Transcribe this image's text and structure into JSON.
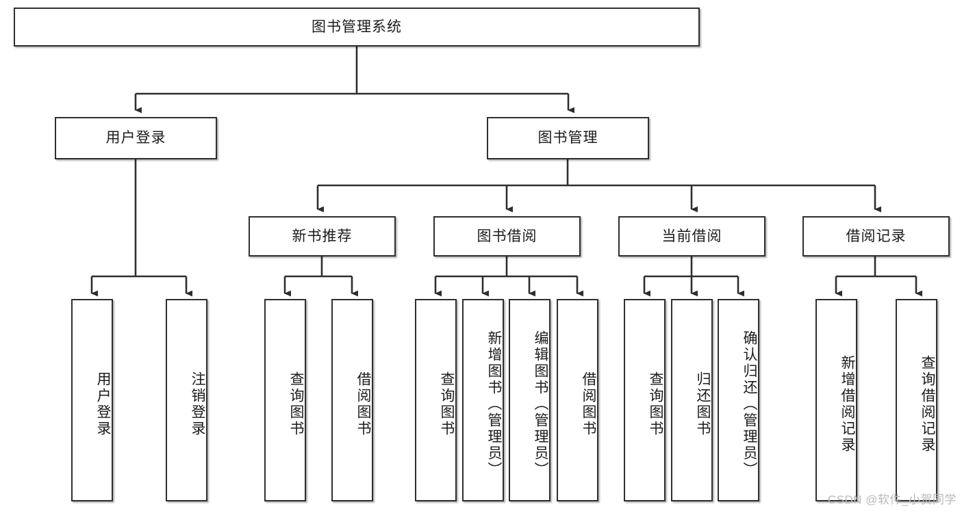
{
  "diagram": {
    "type": "tree-hierarchy",
    "title": "图书管理系统",
    "orientation": "top-down",
    "colors": {
      "box_border": "#2e2e2e",
      "box_fill": "#ffffff",
      "connector": "#2e2e2e",
      "text": "#1b1b1b",
      "watermark": "#b9b9b9"
    },
    "nodes": {
      "root": {
        "label": "图书管理系统",
        "level": 1,
        "orientation": "horizontal"
      },
      "user_login": {
        "label": "用户登录",
        "level": 2,
        "orientation": "horizontal"
      },
      "book_manage": {
        "label": "图书管理",
        "level": 2,
        "orientation": "horizontal"
      },
      "new_book_rec": {
        "label": "新书推荐",
        "level": 3,
        "orientation": "horizontal"
      },
      "book_borrow": {
        "label": "图书借阅",
        "level": 3,
        "orientation": "horizontal"
      },
      "current_borrow": {
        "label": "当前借阅",
        "level": 3,
        "orientation": "horizontal"
      },
      "borrow_record": {
        "label": "借阅记录",
        "level": 3,
        "orientation": "horizontal"
      },
      "leaf_user_login": {
        "label": "用户登录",
        "level": 4,
        "orientation": "vertical"
      },
      "leaf_logout": {
        "label": "注销登录",
        "level": 4,
        "orientation": "vertical"
      },
      "leaf_query_book_1": {
        "label": "查询图书",
        "level": 4,
        "orientation": "vertical"
      },
      "leaf_borrow_book_1": {
        "label": "借阅图书",
        "level": 4,
        "orientation": "vertical"
      },
      "leaf_query_book_2": {
        "label": "查询图书",
        "level": 4,
        "orientation": "vertical"
      },
      "leaf_add_book": {
        "label": "新增图书（管理员）",
        "level": 4,
        "orientation": "vertical"
      },
      "leaf_edit_book": {
        "label": "编辑图书（管理员）",
        "level": 4,
        "orientation": "vertical"
      },
      "leaf_borrow_book_2": {
        "label": "借阅图书",
        "level": 4,
        "orientation": "vertical"
      },
      "leaf_query_book_3": {
        "label": "查询图书",
        "level": 4,
        "orientation": "vertical"
      },
      "leaf_return_book": {
        "label": "归还图书",
        "level": 4,
        "orientation": "vertical"
      },
      "leaf_confirm_return": {
        "label": "确认归还（管理员）",
        "level": 4,
        "orientation": "vertical"
      },
      "leaf_add_record": {
        "label": "新增借阅记录",
        "level": 4,
        "orientation": "vertical"
      },
      "leaf_query_record": {
        "label": "查询借阅记录",
        "level": 4,
        "orientation": "vertical"
      }
    },
    "edges": [
      {
        "from": "root",
        "to": "user_login"
      },
      {
        "from": "root",
        "to": "book_manage"
      },
      {
        "from": "book_manage",
        "to": "new_book_rec"
      },
      {
        "from": "book_manage",
        "to": "book_borrow"
      },
      {
        "from": "book_manage",
        "to": "current_borrow"
      },
      {
        "from": "book_manage",
        "to": "borrow_record"
      },
      {
        "from": "user_login",
        "to": "leaf_user_login"
      },
      {
        "from": "user_login",
        "to": "leaf_logout"
      },
      {
        "from": "new_book_rec",
        "to": "leaf_query_book_1"
      },
      {
        "from": "new_book_rec",
        "to": "leaf_borrow_book_1"
      },
      {
        "from": "book_borrow",
        "to": "leaf_query_book_2"
      },
      {
        "from": "book_borrow",
        "to": "leaf_add_book"
      },
      {
        "from": "book_borrow",
        "to": "leaf_edit_book"
      },
      {
        "from": "book_borrow",
        "to": "leaf_borrow_book_2"
      },
      {
        "from": "current_borrow",
        "to": "leaf_query_book_3"
      },
      {
        "from": "current_borrow",
        "to": "leaf_return_book"
      },
      {
        "from": "current_borrow",
        "to": "leaf_confirm_return"
      },
      {
        "from": "borrow_record",
        "to": "leaf_add_record"
      },
      {
        "from": "borrow_record",
        "to": "leaf_query_record"
      }
    ]
  },
  "watermark": {
    "text": "CSDN @软件_小贺同学"
  }
}
